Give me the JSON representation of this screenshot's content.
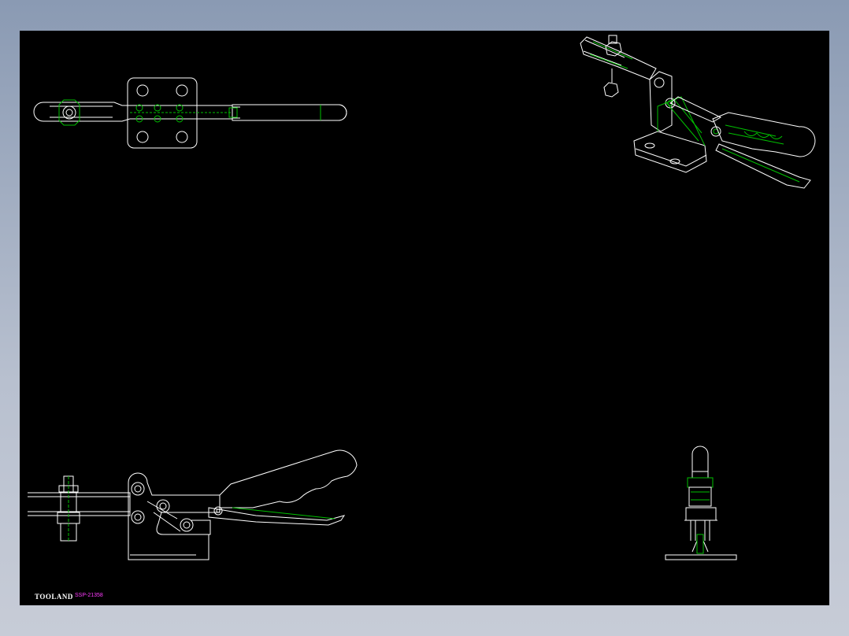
{
  "drawing": {
    "brand": "TOOLAND",
    "part_code": "SSP-21358"
  },
  "colors": {
    "background": "#000000",
    "line": "#ffffff",
    "hidden_line": "#00c000",
    "code_text": "#ff3bff",
    "frame": "#8a9ab3"
  },
  "views": [
    "top-view",
    "isometric-view",
    "side-view",
    "end-view"
  ]
}
